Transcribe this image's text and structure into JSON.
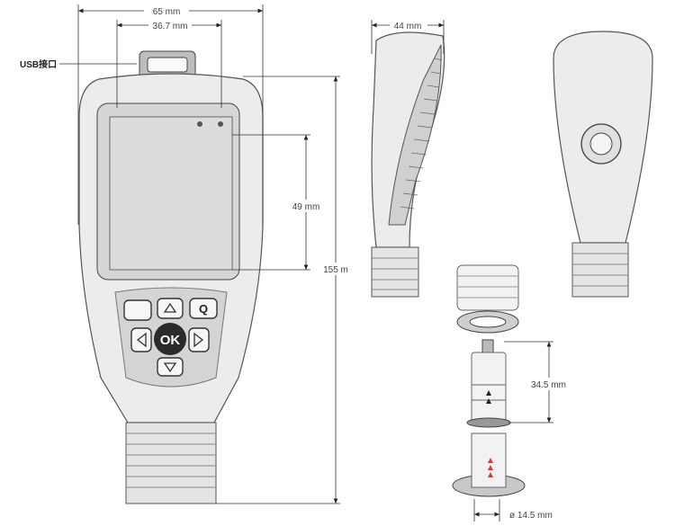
{
  "labels": {
    "usb_port": "USB接口",
    "width_total": "65 mm",
    "width_top": "36.7 mm",
    "screen_height": "49 mm",
    "total_height": "155 m",
    "side_depth": "44 mm",
    "probe_length": "34.5 mm",
    "probe_diameter": "ø 14.5 mm"
  },
  "buttons": {
    "ok": "OK",
    "q": "Q"
  },
  "colors": {
    "probe_arrows": "#d9363e"
  }
}
